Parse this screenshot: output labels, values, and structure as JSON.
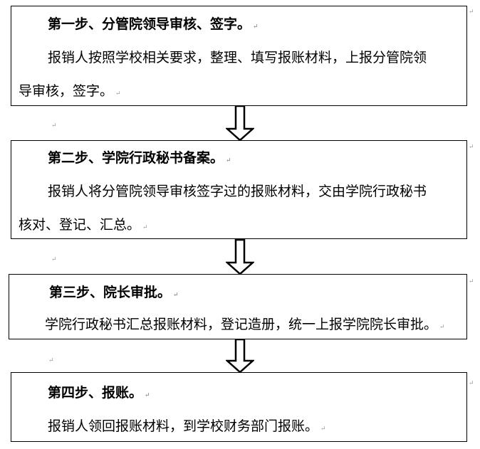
{
  "steps": [
    {
      "title": "第一步、分管院领导审核、签字。",
      "body_lines": [
        "报销人按照学校相关要求，整理、填写报账材料，上报分管院领",
        "导审核，签字。"
      ]
    },
    {
      "title": "第二步、学院行政秘书备案。",
      "body_lines": [
        "报销人将分管院领导审核签字过的报账材料，交由学院行政秘书",
        "核对、登记、汇总。"
      ]
    },
    {
      "title": "第三步、院长审批。",
      "body_lines": [
        "学院行政秘书汇总报账材料，登记造册，统一上报学院院长审批。"
      ]
    },
    {
      "title": "第四步、报账。",
      "body_lines": [
        "报销人领回报账材料，到学校财务部门报账。"
      ]
    }
  ],
  "paragraph_mark": "↵",
  "colors": {
    "border": "#000000",
    "mark": "#999999"
  }
}
